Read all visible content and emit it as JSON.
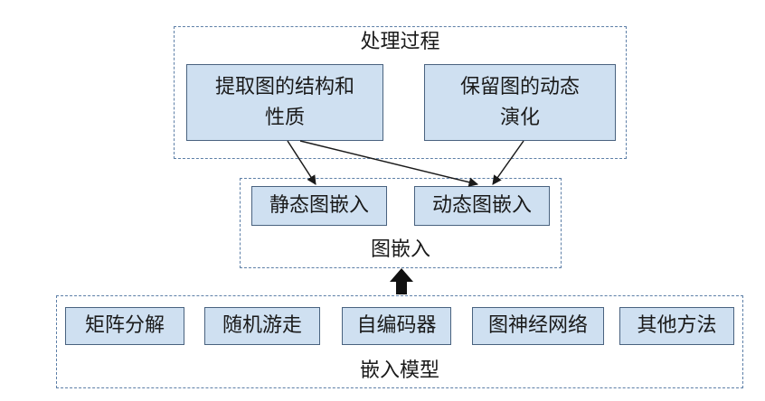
{
  "processing": {
    "title": "处理过程",
    "extract": [
      "提取图的结构和",
      "性质"
    ],
    "preserve": [
      "保留图的动态",
      "演化"
    ]
  },
  "embedding": {
    "title": "图嵌入",
    "static": "静态图嵌入",
    "dynamic": "动态图嵌入"
  },
  "models": {
    "title": "嵌入模型",
    "items": [
      "矩阵分解",
      "随机游走",
      "自编码器",
      "图神经网络",
      "其他方法"
    ]
  }
}
